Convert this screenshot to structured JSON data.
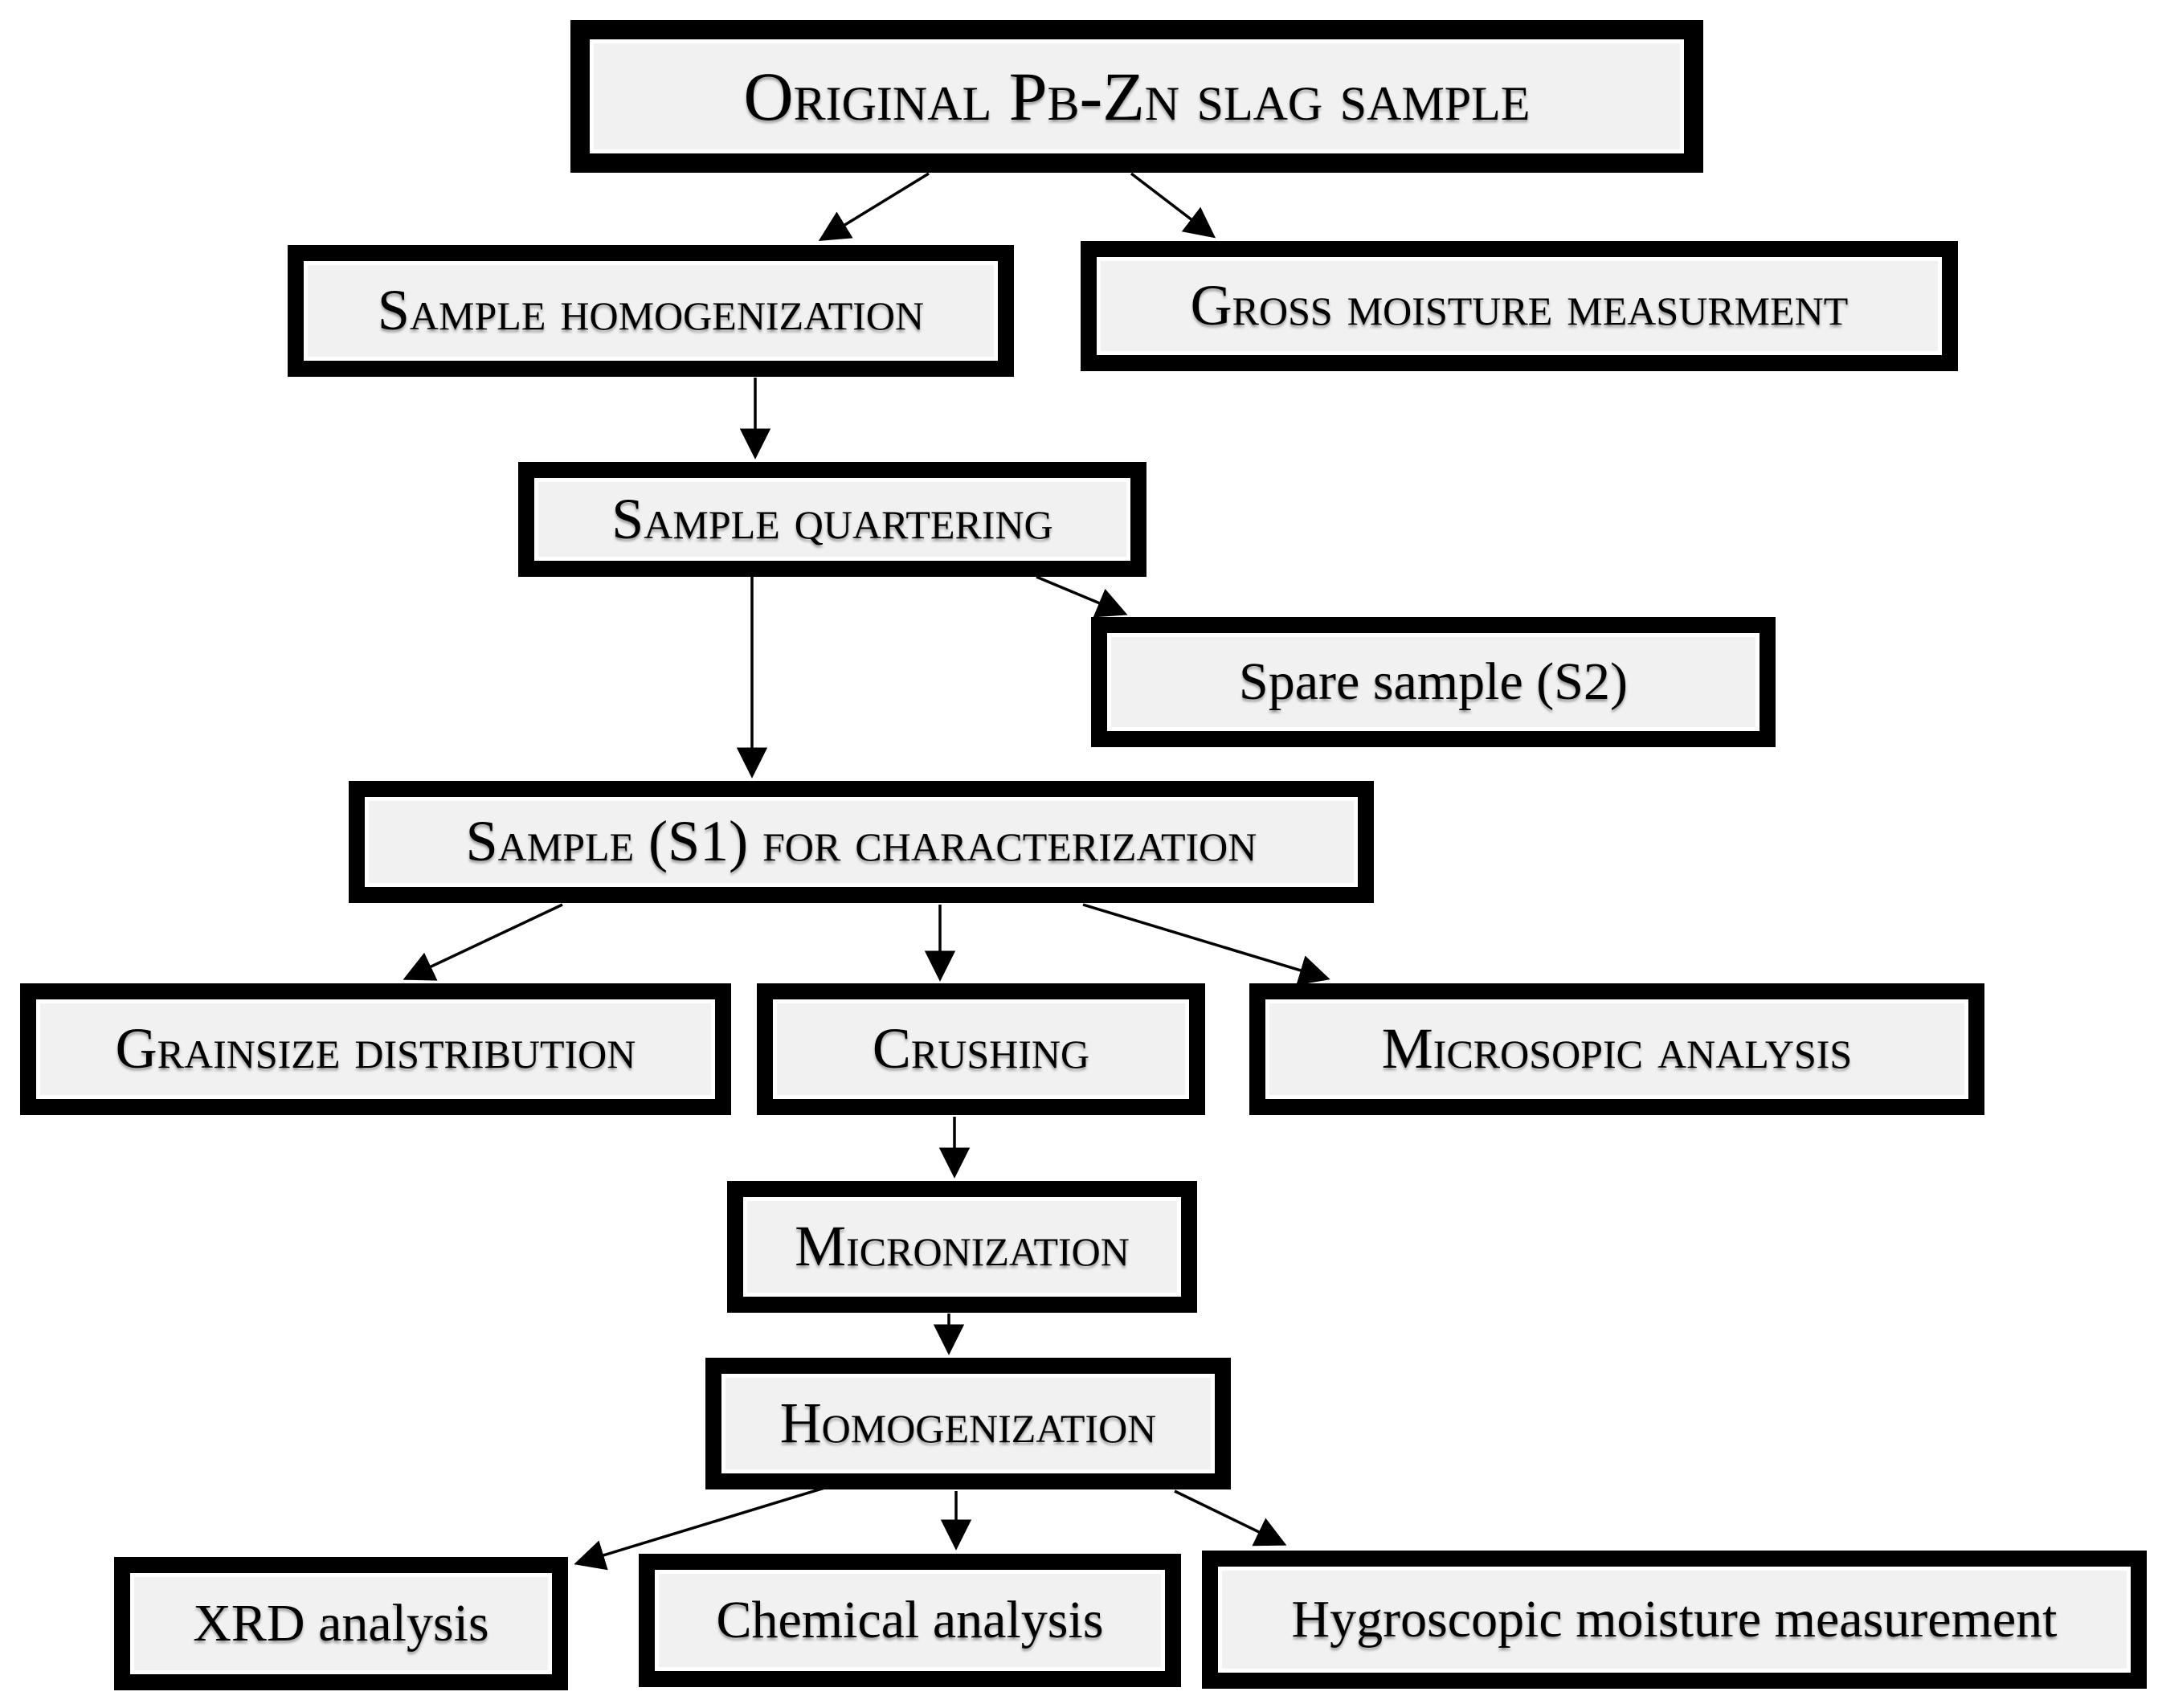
{
  "colors": {
    "background": "#ffffff",
    "box_fill": "#f1f1f1",
    "box_border": "#000000",
    "text": "#000000"
  },
  "flowchart": {
    "nodes": {
      "original": {
        "label": "Original Pb-Zn slag sample"
      },
      "sample_homogenization": {
        "label": "Sample homogenization"
      },
      "gross_moisture": {
        "label": "Gross moisture measurment"
      },
      "sample_quartering": {
        "label": "Sample quartering"
      },
      "spare_sample": {
        "label": "Spare sample (S2)"
      },
      "sample_s1": {
        "label": "Sample (S1) for characterization"
      },
      "grainsize": {
        "label": "Grainsize distribution"
      },
      "crushing": {
        "label": "Crushing"
      },
      "microsopic": {
        "label": "Microsopic analysis"
      },
      "micronization": {
        "label": "Micronization"
      },
      "homogenization": {
        "label": "Homogenization"
      },
      "xrd": {
        "label": "XRD analysis"
      },
      "chemical": {
        "label": "Chemical analysis"
      },
      "hygroscopic": {
        "label": "Hygroscopic moisture measurement"
      }
    },
    "edges": [
      {
        "from": "original",
        "to": "sample_homogenization"
      },
      {
        "from": "original",
        "to": "gross_moisture"
      },
      {
        "from": "sample_homogenization",
        "to": "sample_quartering"
      },
      {
        "from": "sample_quartering",
        "to": "spare_sample"
      },
      {
        "from": "sample_quartering",
        "to": "sample_s1"
      },
      {
        "from": "sample_s1",
        "to": "grainsize"
      },
      {
        "from": "sample_s1",
        "to": "crushing"
      },
      {
        "from": "sample_s1",
        "to": "microsopic"
      },
      {
        "from": "crushing",
        "to": "micronization"
      },
      {
        "from": "micronization",
        "to": "homogenization"
      },
      {
        "from": "homogenization",
        "to": "xrd"
      },
      {
        "from": "homogenization",
        "to": "chemical"
      },
      {
        "from": "homogenization",
        "to": "hygroscopic"
      }
    ]
  }
}
